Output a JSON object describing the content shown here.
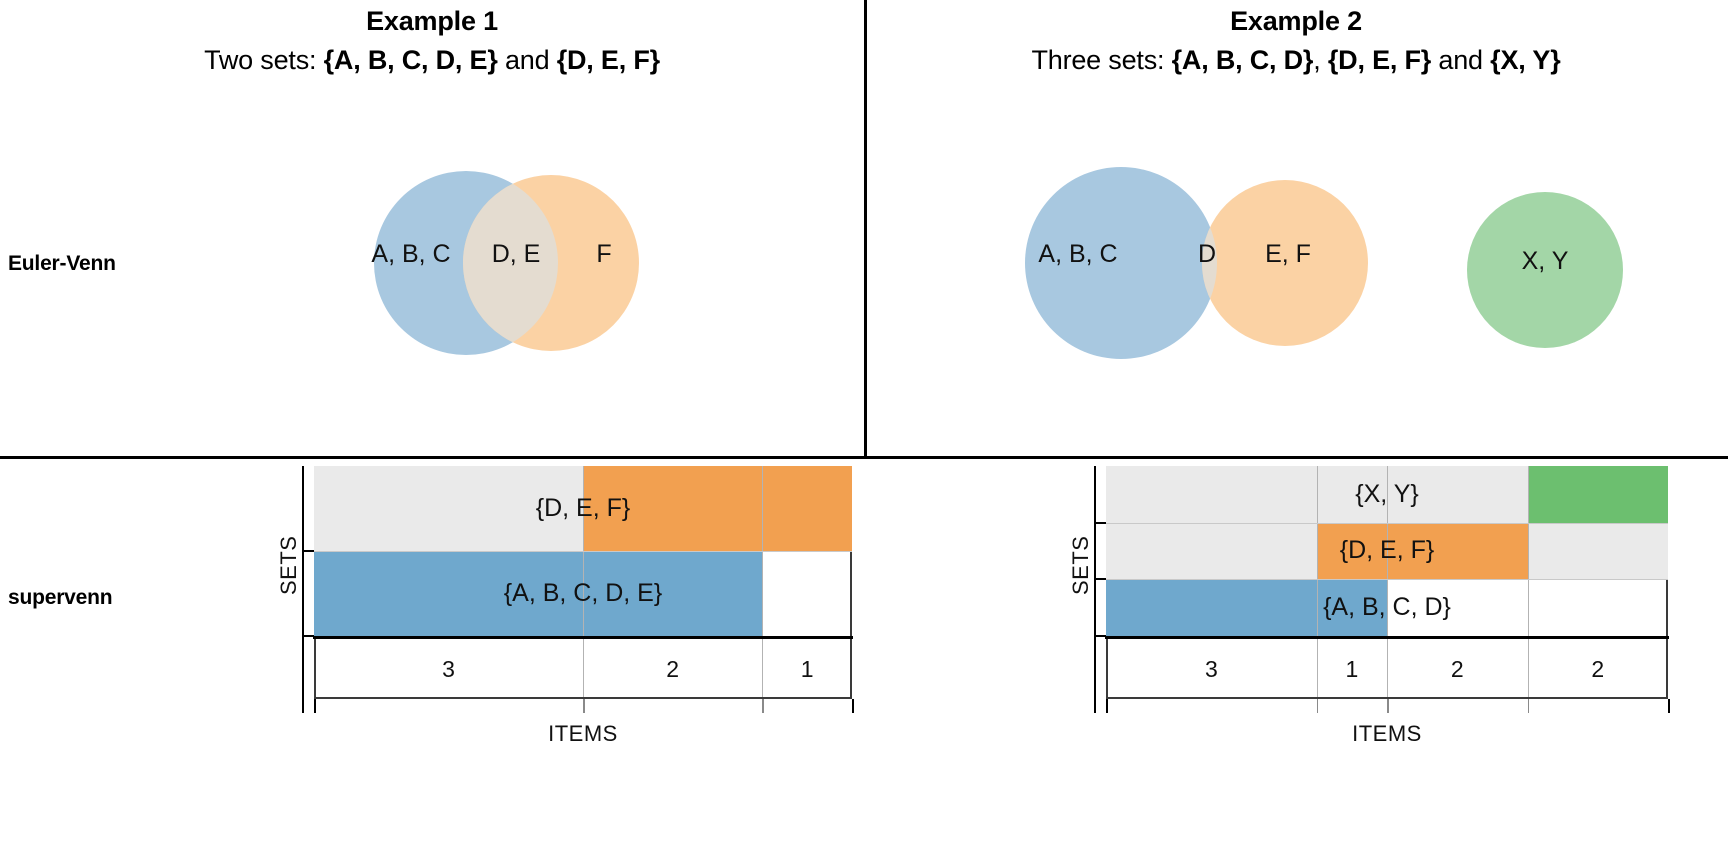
{
  "columns": [
    {
      "key": "example1",
      "title": "Example 1",
      "subtitle_prefix": "Two sets: ",
      "subtitle_set_a": "{A, B, C, D, E}",
      "subtitle_joiner": " and ",
      "subtitle_set_b": "{D, E, F}"
    },
    {
      "key": "example2",
      "title": "Example 2",
      "subtitle_prefix": "Three sets: ",
      "subtitle_set_a": "{A, B, C, D}",
      "subtitle_joiner": ", ",
      "subtitle_set_b": "{D, E, F}",
      "subtitle_joiner2": " and ",
      "subtitle_set_c": "{X, Y}"
    }
  ],
  "row_labels": {
    "euler_venn": "Euler-Venn",
    "supervenn": "supervenn"
  },
  "colors": {
    "blue": "#a8c8e0",
    "orange": "#fbd2a4",
    "green": "#a3d6a7",
    "overlap_beige": "#e4dcd0",
    "bar_blue": "#6fa8cd",
    "bar_orange": "#f2a050",
    "bar_green": "#6cbf6f",
    "bar_gray": "#eaeaea",
    "axis": "#000000",
    "grid": "#b3b3b3"
  },
  "venn_left": {
    "regions": [
      {
        "name": "left-only",
        "label": "A, B, C"
      },
      {
        "name": "intersection",
        "label": "D, E"
      },
      {
        "name": "right-only",
        "label": "F"
      }
    ]
  },
  "venn_right": {
    "regions": [
      {
        "name": "left-only",
        "label": "A, B, C"
      },
      {
        "name": "intersection",
        "label": "D"
      },
      {
        "name": "right-only",
        "label": "E, F"
      },
      {
        "name": "separate",
        "label": "X, Y"
      }
    ]
  },
  "chart_data": [
    {
      "id": "supervenn-example-1",
      "type": "bar",
      "title": "",
      "xlabel": "ITEMS",
      "ylabel": "SETS",
      "columns": [
        {
          "index": 0,
          "count": 3,
          "count_label": "3"
        },
        {
          "index": 1,
          "count": 2,
          "count_label": "2"
        },
        {
          "index": 2,
          "count": 1,
          "count_label": "1"
        }
      ],
      "rows": [
        {
          "set_label": "{D, E, F}",
          "color": "#f2a050",
          "membership": [
            false,
            true,
            true
          ]
        },
        {
          "set_label": "{A, B, C, D, E}",
          "color": "#6fa8cd",
          "membership": [
            true,
            true,
            false
          ]
        }
      ]
    },
    {
      "id": "supervenn-example-2",
      "type": "bar",
      "title": "",
      "xlabel": "ITEMS",
      "ylabel": "SETS",
      "columns": [
        {
          "index": 0,
          "count": 3,
          "count_label": "3"
        },
        {
          "index": 1,
          "count": 1,
          "count_label": "1"
        },
        {
          "index": 2,
          "count": 2,
          "count_label": "2"
        },
        {
          "index": 3,
          "count": 2,
          "count_label": "2"
        }
      ],
      "rows": [
        {
          "set_label": "{X, Y}",
          "color": "#6cbf6f",
          "membership": [
            false,
            false,
            false,
            true
          ]
        },
        {
          "set_label": "{D, E, F}",
          "color": "#f2a050",
          "membership": [
            false,
            true,
            true,
            false
          ]
        },
        {
          "set_label": "{A, B, C, D}",
          "color": "#6fa8cd",
          "membership": [
            true,
            true,
            false,
            false
          ]
        }
      ]
    }
  ]
}
